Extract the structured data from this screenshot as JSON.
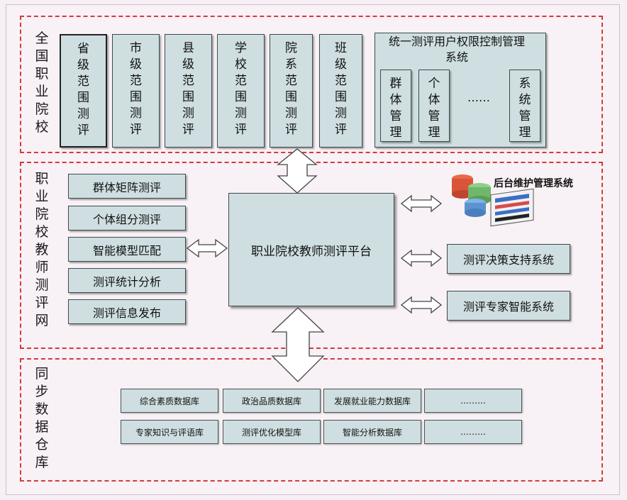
{
  "sections": {
    "top": {
      "label": "全国职业院校"
    },
    "middle": {
      "label": "职业院校教师测评网"
    },
    "bottom": {
      "label": "同步数据仓库"
    }
  },
  "scope_boxes": [
    "省级范围测评",
    "市级范围测评",
    "县级范围测评",
    "学校范围测评",
    "院系范围测评",
    "班级范围测评"
  ],
  "auth_system": {
    "title": "统一测评用户权限控制管理系统",
    "items": [
      "群体管理",
      "个体管理",
      "……",
      "系统管理"
    ]
  },
  "functions": [
    "群体矩阵测评",
    "个体组分测评",
    "智能模型匹配",
    "测评统计分析",
    "测评信息发布"
  ],
  "platform": "职业院校教师测评平台",
  "right_systems": {
    "backend": "后台维护管理系统",
    "decision": "测评决策支持系统",
    "expert": "测评专家智能系统"
  },
  "databases": {
    "row1": [
      "综合素质数据库",
      "政治品质数据库",
      "发展就业能力数据库",
      "………"
    ],
    "row2": [
      "专家知识与评语库",
      "测评优化模型库",
      "智能分析数据库",
      "………"
    ]
  },
  "colors": {
    "box_fill": "#cfdfe1",
    "dash": "#d33b3b",
    "background": "#f6eff3"
  }
}
